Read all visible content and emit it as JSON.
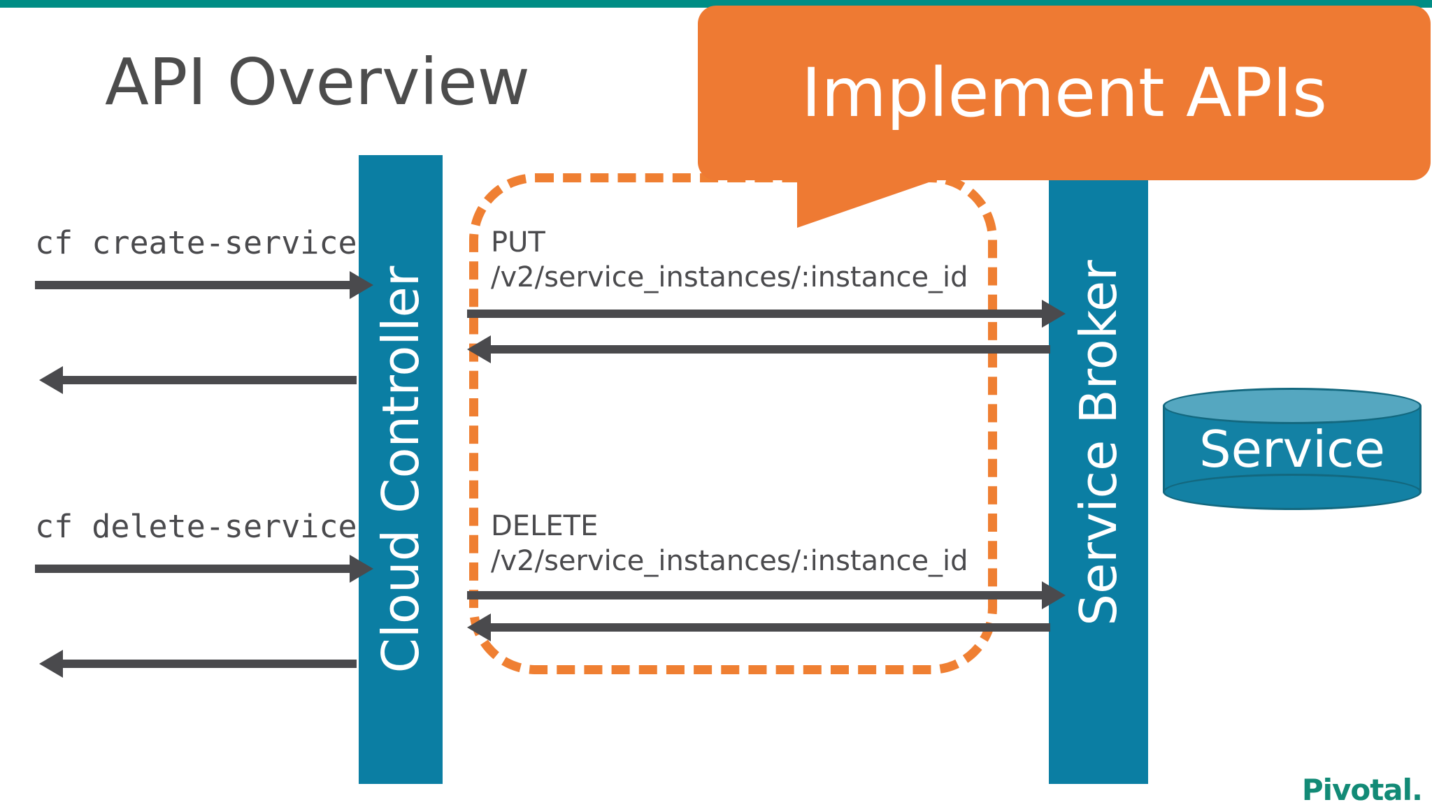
{
  "brand": {
    "name": "Pivotal."
  },
  "header": {
    "title": "API Overview",
    "accent_bar_color": "#008d85"
  },
  "callout": {
    "text": "Implement APIs",
    "background_color": "#ee7a33",
    "text_color": "#ffffff"
  },
  "lanes": [
    {
      "id": "cloud-controller",
      "label": "Cloud Controller",
      "color": "#0b7ea3"
    },
    {
      "id": "service-broker",
      "label": "Service Broker",
      "color": "#0b7ea3"
    }
  ],
  "datastore": {
    "label": "Service",
    "body_color": "#1381a4",
    "top_color": "#55a7c0",
    "stroke_color": "#13687f"
  },
  "dashed_region": {
    "color": "#ef7f32",
    "style": "dashed"
  },
  "cli_commands": [
    {
      "id": "create",
      "text": "cf create-service"
    },
    {
      "id": "delete",
      "text": "cf delete-service"
    }
  ],
  "requests": [
    {
      "id": "put",
      "method": "PUT",
      "path": "/v2/service_instances/:instance_id"
    },
    {
      "id": "delete",
      "method": "DELETE",
      "path": "/v2/service_instances/:instance_id"
    }
  ],
  "arrows": {
    "cli_in_create": "request-arrow-right",
    "cli_out_create": "response-arrow-left",
    "broker_in_put": "request-arrow-right",
    "broker_out_put": "response-arrow-left",
    "cli_in_delete": "request-arrow-right",
    "cli_out_delete": "response-arrow-left",
    "broker_in_delete": "request-arrow-right",
    "broker_out_delete": "response-arrow-left",
    "color": "#4a4a4d"
  }
}
